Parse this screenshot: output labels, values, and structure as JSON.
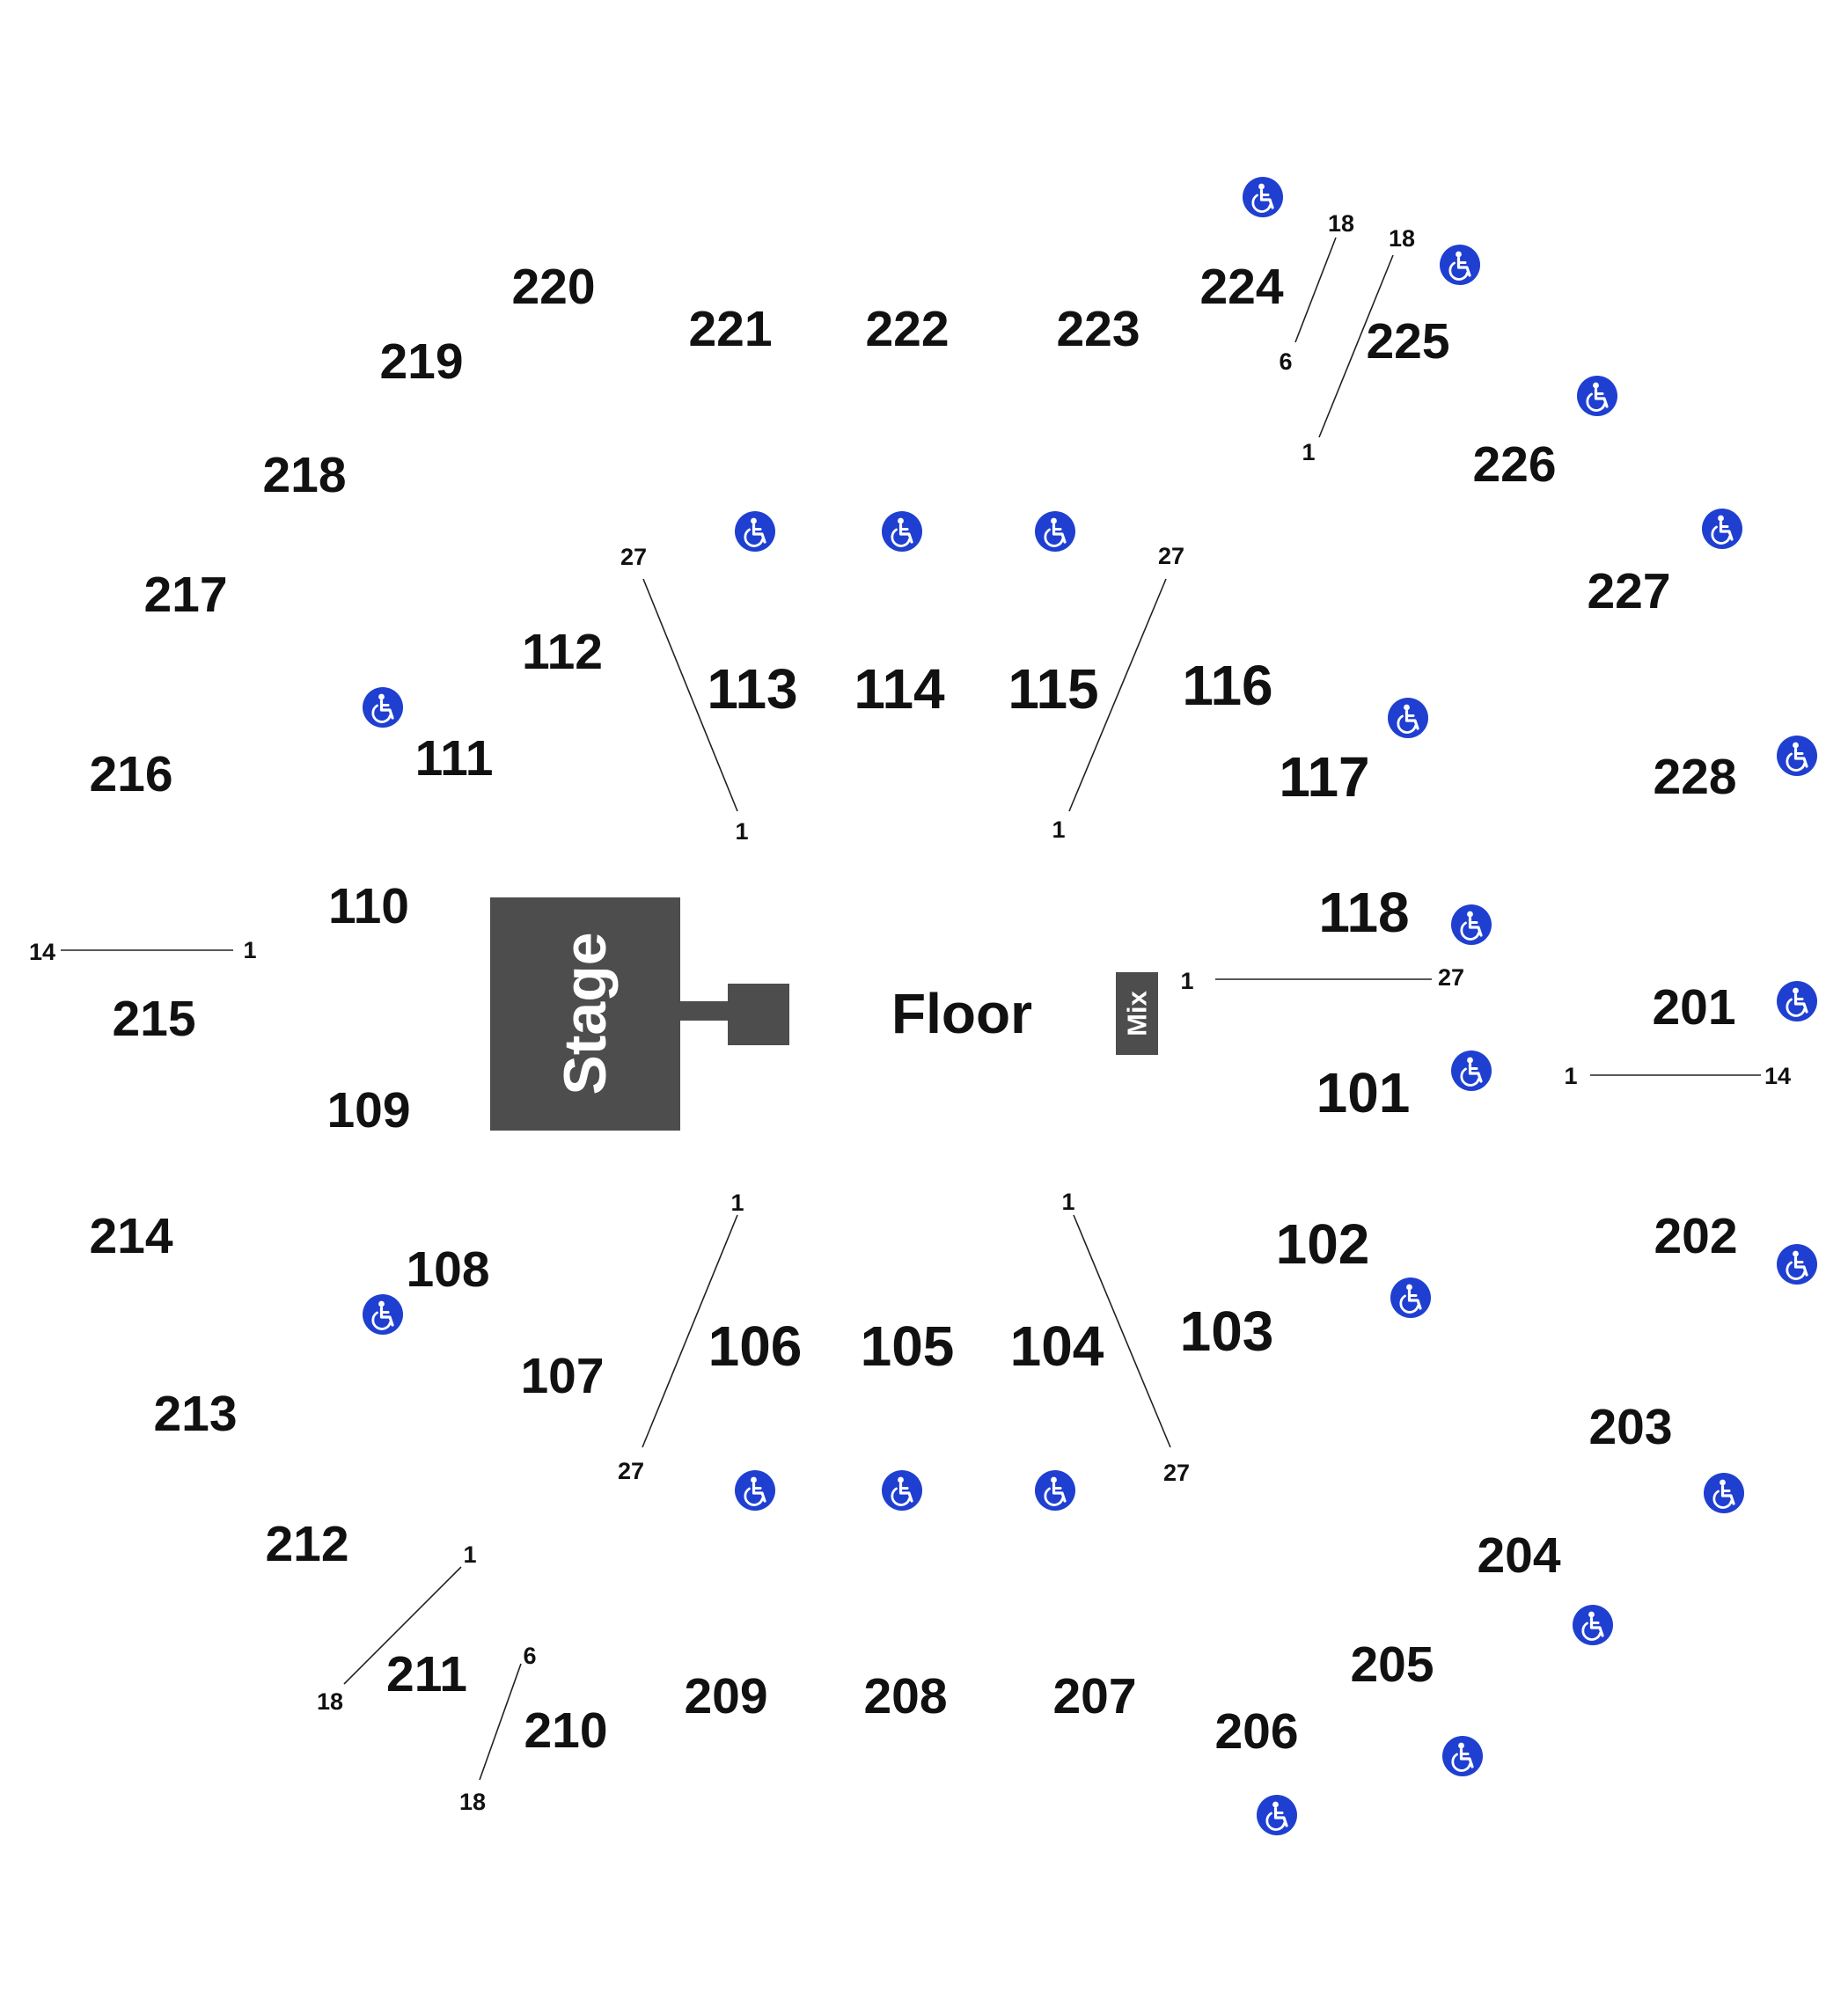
{
  "venue": {
    "stage_label": "Stage",
    "floor_label": "Floor",
    "mix_label": "Mix"
  },
  "colors": {
    "stage": "#4d4d4d",
    "accessible": "#1f3fd0",
    "text": "#111111"
  },
  "sections_lower": [
    "101",
    "102",
    "103",
    "104",
    "105",
    "106",
    "107",
    "108",
    "109",
    "110",
    "111",
    "112",
    "113",
    "114",
    "115",
    "116",
    "117",
    "118"
  ],
  "sections_upper": [
    "201",
    "202",
    "203",
    "204",
    "205",
    "206",
    "207",
    "208",
    "209",
    "210",
    "211",
    "212",
    "213",
    "214",
    "215",
    "216",
    "217",
    "218",
    "219",
    "220",
    "221",
    "222",
    "223",
    "224",
    "225",
    "226",
    "227",
    "228"
  ],
  "row_markers": [
    {
      "from": "27",
      "to": "1"
    },
    {
      "from": "27",
      "to": "1"
    },
    {
      "from": "1",
      "to": "27"
    },
    {
      "from": "1",
      "to": "27"
    },
    {
      "from": "1",
      "to": "27"
    },
    {
      "from": "1",
      "to": "14"
    },
    {
      "from": "14",
      "to": "1"
    },
    {
      "from": "18",
      "to": "6"
    },
    {
      "from": "18",
      "to": "1"
    },
    {
      "from": "1",
      "to": "18"
    },
    {
      "from": "6",
      "to": "18"
    }
  ],
  "accessible_icon": "wheelchair-icon"
}
